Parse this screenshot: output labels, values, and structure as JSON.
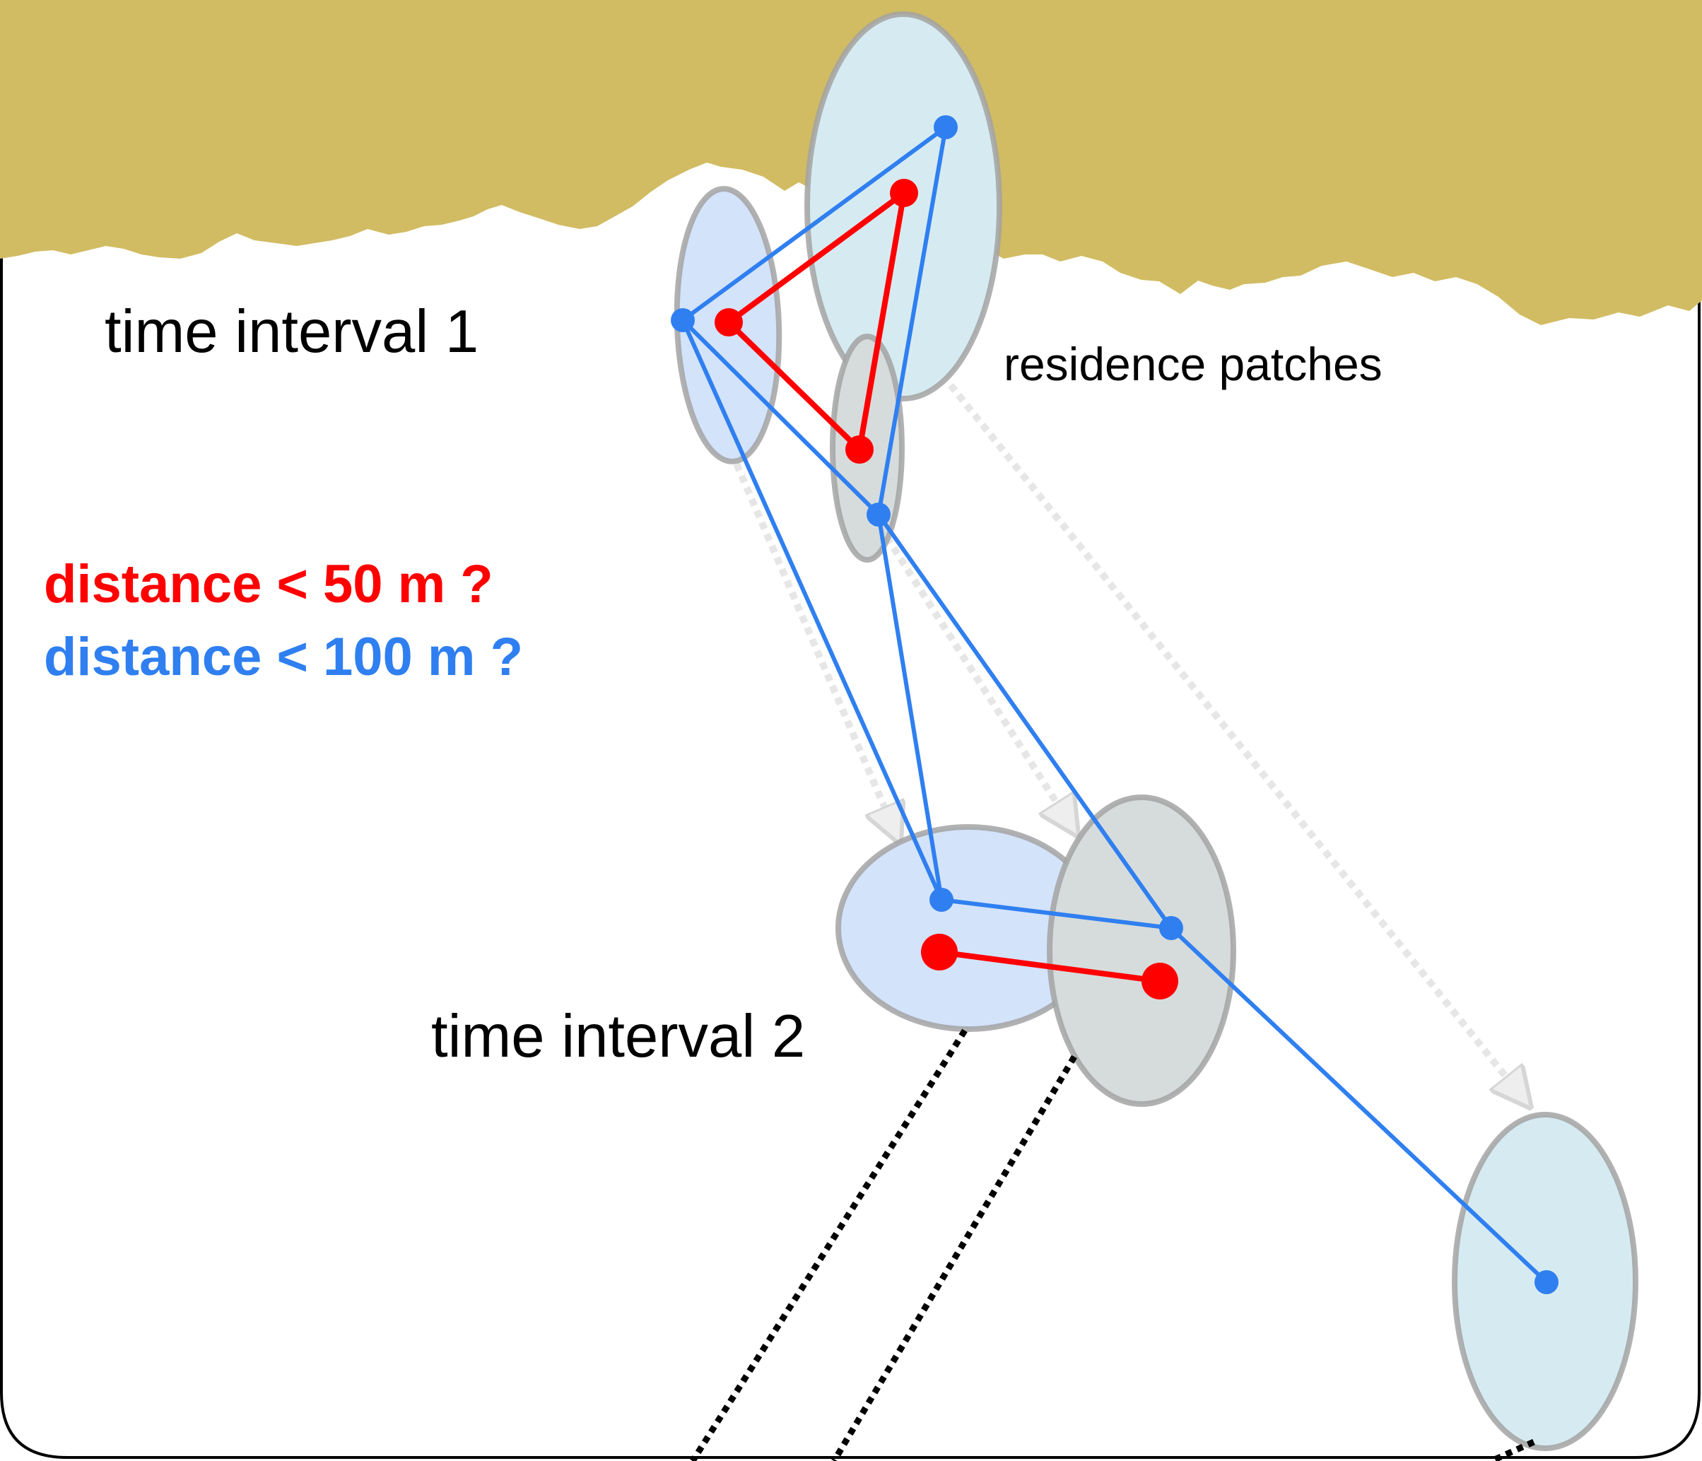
{
  "labels": {
    "time_interval_1": "time interval 1",
    "time_interval_2": "time interval 2",
    "residence_patches": "residence patches",
    "distance_50": "distance < 50 m ?",
    "distance_100": "distance < 100 m ?"
  },
  "colors": {
    "ground": "#d1bc63",
    "red": "#ff0000",
    "blue": "#2f7ff0",
    "patch_blue": "#d3e3fa",
    "patch_cyan": "#d6ebf1",
    "patch_gray": "#d6dcdc",
    "patch_border": "#a3a3a3",
    "frame": "#000000"
  }
}
